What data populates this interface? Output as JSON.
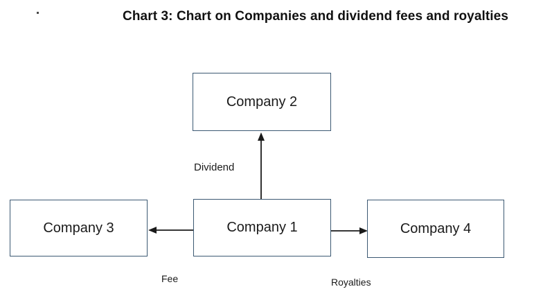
{
  "title": "Chart 3: Chart on Companies and dividend fees and royalties",
  "diagram": {
    "type": "flowchart",
    "nodes": [
      {
        "id": "company2",
        "label": "Company 2"
      },
      {
        "id": "company1",
        "label": "Company 1"
      },
      {
        "id": "company3",
        "label": "Company 3"
      },
      {
        "id": "company4",
        "label": "Company 4"
      }
    ],
    "edges": [
      {
        "from": "Company 1",
        "to": "Company 2",
        "label": "Dividend",
        "direction": "up"
      },
      {
        "from": "Company 1",
        "to": "Company 3",
        "label": "Fee",
        "direction": "left"
      },
      {
        "from": "Company 1",
        "to": "Company 4",
        "label": "Royalties",
        "direction": "right"
      }
    ],
    "colors": {
      "box_border": "#3b5872",
      "arrow": "#1a1a1a",
      "text": "#1a1a1a",
      "background": "#ffffff"
    }
  }
}
